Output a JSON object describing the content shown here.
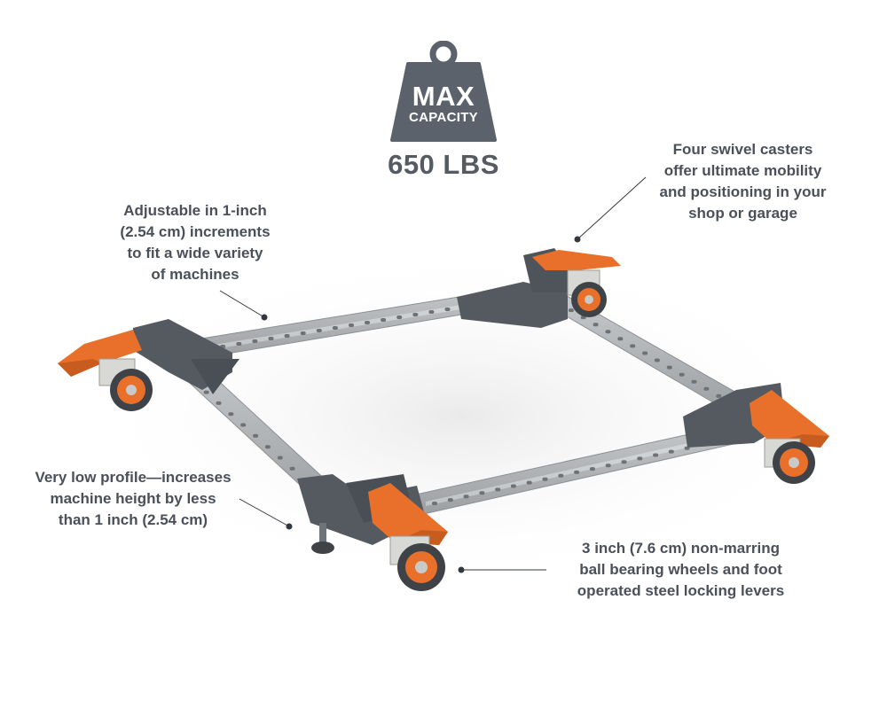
{
  "badge": {
    "line1": "MAX",
    "line2": "CAPACITY",
    "value": "650 LBS"
  },
  "callouts": {
    "casters": [
      "Four swivel casters",
      "offer ultimate mobility",
      "and positioning in your",
      "shop or garage"
    ],
    "adjustable": [
      "Adjustable in 1-inch",
      "(2.54 cm) increments",
      "to fit a wide variety",
      "of machines"
    ],
    "profile": [
      "Very low profile—increases",
      "machine height by less",
      "than 1 inch (2.54 cm)"
    ],
    "wheels": [
      "3 inch (7.6 cm) non-marring",
      "ball bearing wheels and foot",
      "operated steel locking levers"
    ]
  },
  "colors": {
    "badge_gray": "#5c626b",
    "text_gray": "#4a5059",
    "frame_dark": "#4f545b",
    "rail_silver": "#aeb2b4",
    "accent_orange": "#e8702a"
  }
}
